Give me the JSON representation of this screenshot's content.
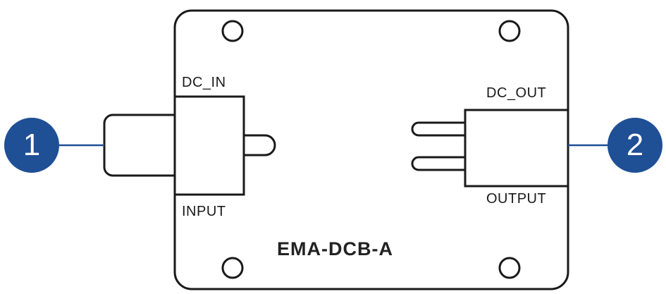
{
  "labels": {
    "dc_in": "DC_IN",
    "input": "INPUT",
    "dc_out": "DC_OUT",
    "output": "OUTPUT",
    "model": "EMA-DCB-A"
  },
  "callouts": [
    {
      "number": "1",
      "target": "input-connector"
    },
    {
      "number": "2",
      "target": "output-connector"
    }
  ],
  "colors": {
    "callout_fill": "#1f4f95",
    "callout_line": "#1f4f95",
    "outline": "#1a1a1a"
  }
}
